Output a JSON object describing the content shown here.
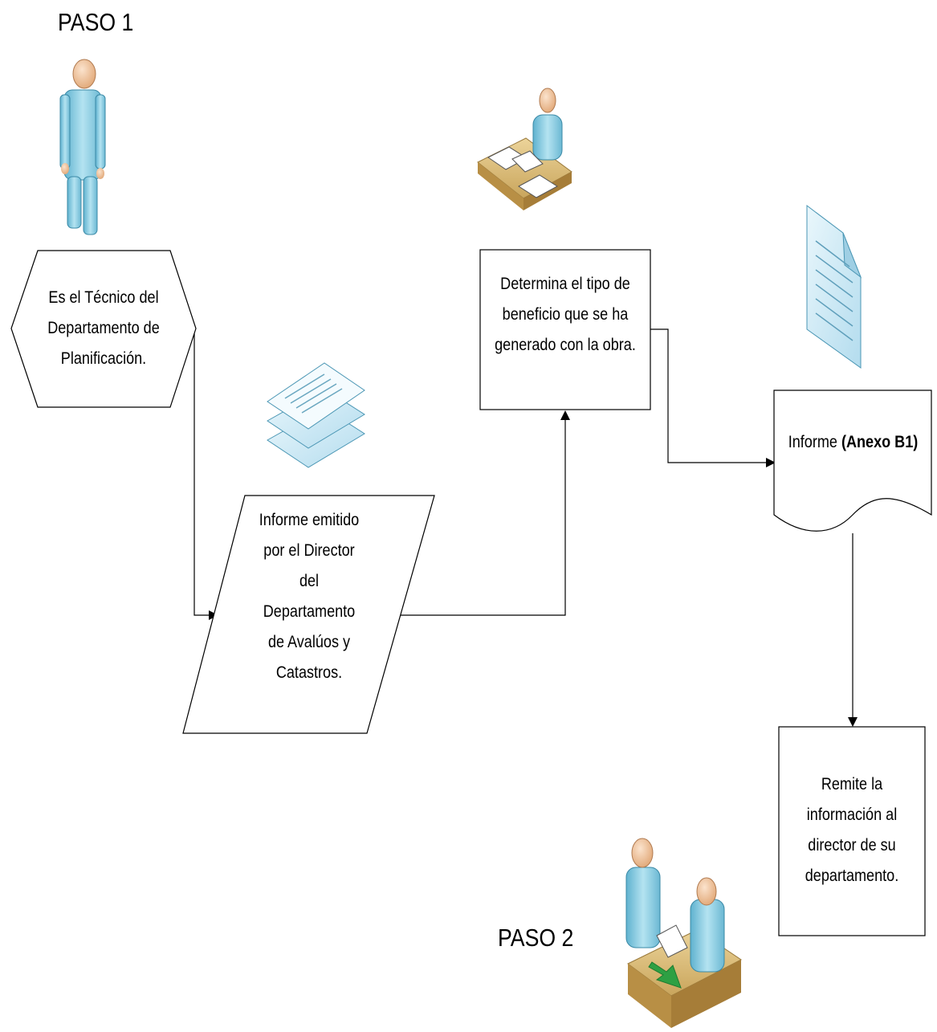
{
  "steps": {
    "step1": "PASO 1",
    "step2": "PASO 2"
  },
  "nodes": {
    "tecnico": {
      "shape": "hexagon",
      "lines": [
        "Es el Técnico del",
        "Departamento de",
        "Planificación."
      ]
    },
    "informe_director": {
      "shape": "parallelogram",
      "lines": [
        "Informe emitido",
        "por el Director",
        "del",
        "Departamento",
        "de Avalúos y",
        "Catastros."
      ]
    },
    "determina": {
      "shape": "rectangle",
      "lines": [
        "Determina el tipo de",
        "beneficio que se ha",
        "generado con la obra."
      ]
    },
    "informe_anexo": {
      "shape": "document",
      "text_regular": "Informe ",
      "text_bold": "(Anexo B1)"
    },
    "remite": {
      "shape": "rectangle",
      "lines": [
        "Remite la",
        "información al",
        "director de su",
        "departamento."
      ]
    }
  },
  "icons": [
    "standing-person-icon",
    "person-at-desk-icon",
    "stacked-documents-icon",
    "document-page-icon",
    "two-people-exchange-icon"
  ],
  "colors": {
    "person_body": "#8ecde0",
    "person_head": "#f3c8a2",
    "desk": "#dcbf7c",
    "document": "#d6eef8",
    "arrow_green": "#2ea043",
    "line": "#000000"
  }
}
